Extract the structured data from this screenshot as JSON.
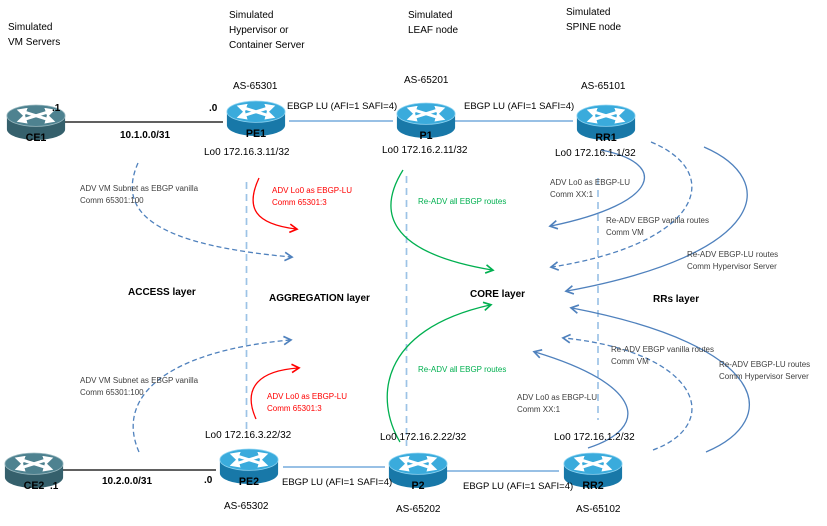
{
  "diagram_title": "Simulated BGP labeled-unicast fabric topology",
  "colors": {
    "blue": "#4f81bd",
    "link_line": "#5b9bd5",
    "layer_line": "#9dc3e6",
    "red": "#ff0000",
    "green": "#00b050",
    "router_top": "#3aabdc",
    "router_body": "#1878a8",
    "ce_top": "#4e8290",
    "ce_body": "#35606c"
  },
  "column_headers": {
    "vm": "Simulated\nVM Servers",
    "hypervisor": "Simulated\nHypervisor or\nContainer Server",
    "leaf": "Simulated\nLEAF node",
    "spine": "Simulated\nSPINE node"
  },
  "routers": {
    "ce1": {
      "name": "CE1",
      "icon": "cisco-router-icon"
    },
    "pe1": {
      "name": "PE1",
      "icon": "cisco-router-icon",
      "as_label": "AS-65301",
      "loopback": "Lo0 172.16.3.11/32"
    },
    "p1": {
      "name": "P1",
      "icon": "cisco-router-icon",
      "as_label": "AS-65201",
      "loopback": "Lo0 172.16.2.11/32"
    },
    "rr1": {
      "name": "RR1",
      "icon": "cisco-router-icon",
      "as_label": "AS-65101",
      "loopback": "Lo0 172.16.1.1/32"
    },
    "ce2": {
      "name": "CE2",
      "icon": "cisco-router-icon"
    },
    "pe2": {
      "name": "PE2",
      "icon": "cisco-router-icon",
      "as_label": "AS-65302",
      "loopback": "Lo0 172.16.3.22/32"
    },
    "p2": {
      "name": "P2",
      "icon": "cisco-router-icon",
      "as_label": "AS-65202",
      "loopback": "Lo0 172.16.2.22/32"
    },
    "rr2": {
      "name": "RR2",
      "icon": "cisco-router-icon",
      "as_label": "AS-65102",
      "loopback": "Lo0 172.16.1.2/32"
    }
  },
  "links": {
    "ce1_pe1": {
      "near_ip": ".1",
      "far_ip": ".0",
      "subnet": "10.1.0.0/31"
    },
    "pe1_p1": {
      "label": "EBGP LU (AFI=1 SAFI=4)"
    },
    "p1_rr1": {
      "label": "EBGP LU (AFI=1 SAFI=4)"
    },
    "ce2_pe2": {
      "near_ip": ".1",
      "far_ip": ".0",
      "subnet": "10.2.0.0/31"
    },
    "pe2_p2": {
      "label": "EBGP LU (AFI=1 SAFI=4)"
    },
    "p2_rr2": {
      "label": "EBGP LU (AFI=1 SAFI=4)"
    }
  },
  "layers": {
    "access": "ACCESS layer",
    "aggregation": "AGGREGATION layer",
    "core": "CORE layer",
    "rrs": "RRs layer"
  },
  "annotations": {
    "adv_vm_top": "ADV VM Subnet as EBGP vanilla\nComm 65301:100",
    "adv_lo0_pe_top": "ADV Lo0 as EBGP-LU\nComm 65301:3",
    "readv_all_top": "Re-ADV all EBGP routes",
    "adv_lo0_rr_top": "ADV Lo0 as EBGP-LU\nComm XX:1",
    "readv_vanilla_top": "Re-ADV EBGP vanilla routes\nComm VM",
    "readv_lu_top": "Re-ADV EBGP-LU routes\nComm Hypervisor Server",
    "adv_vm_bottom": "ADV VM Subnet as EBGP vanilla\nComm 65301:100",
    "adv_lo0_pe_bottom": "ADV Lo0 as EBGP-LU\nComm 65301:3",
    "readv_all_bottom": "Re-ADV all EBGP routes",
    "adv_lo0_rr_bottom": "ADV Lo0 as EBGP-LU\nComm XX:1",
    "readv_vanilla_bottom": "Re-ADV EBGP vanilla routes\nComm VM",
    "readv_lu_bottom": "Re-ADV EBGP-LU routes\nComm Hypervisor Server"
  }
}
